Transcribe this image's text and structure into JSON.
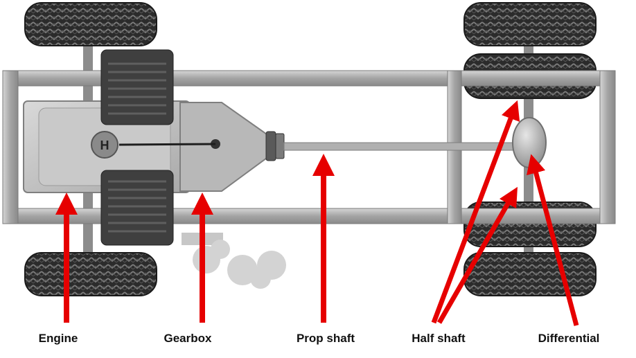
{
  "labels": {
    "engine": "Engine",
    "gearbox": "Gearbox",
    "prop_shaft": "Prop shaft",
    "half_shaft": "Half shaft",
    "differential": "Differential"
  },
  "colors": {
    "arrow": "#e60000",
    "tyre": "#2b2b2b",
    "tread": "#6e6e6e",
    "frame": "#a9a9a9",
    "engine": "#c4c4c4",
    "smoke": "#d2d2d2"
  },
  "icons": {
    "gear_knob": "H"
  }
}
